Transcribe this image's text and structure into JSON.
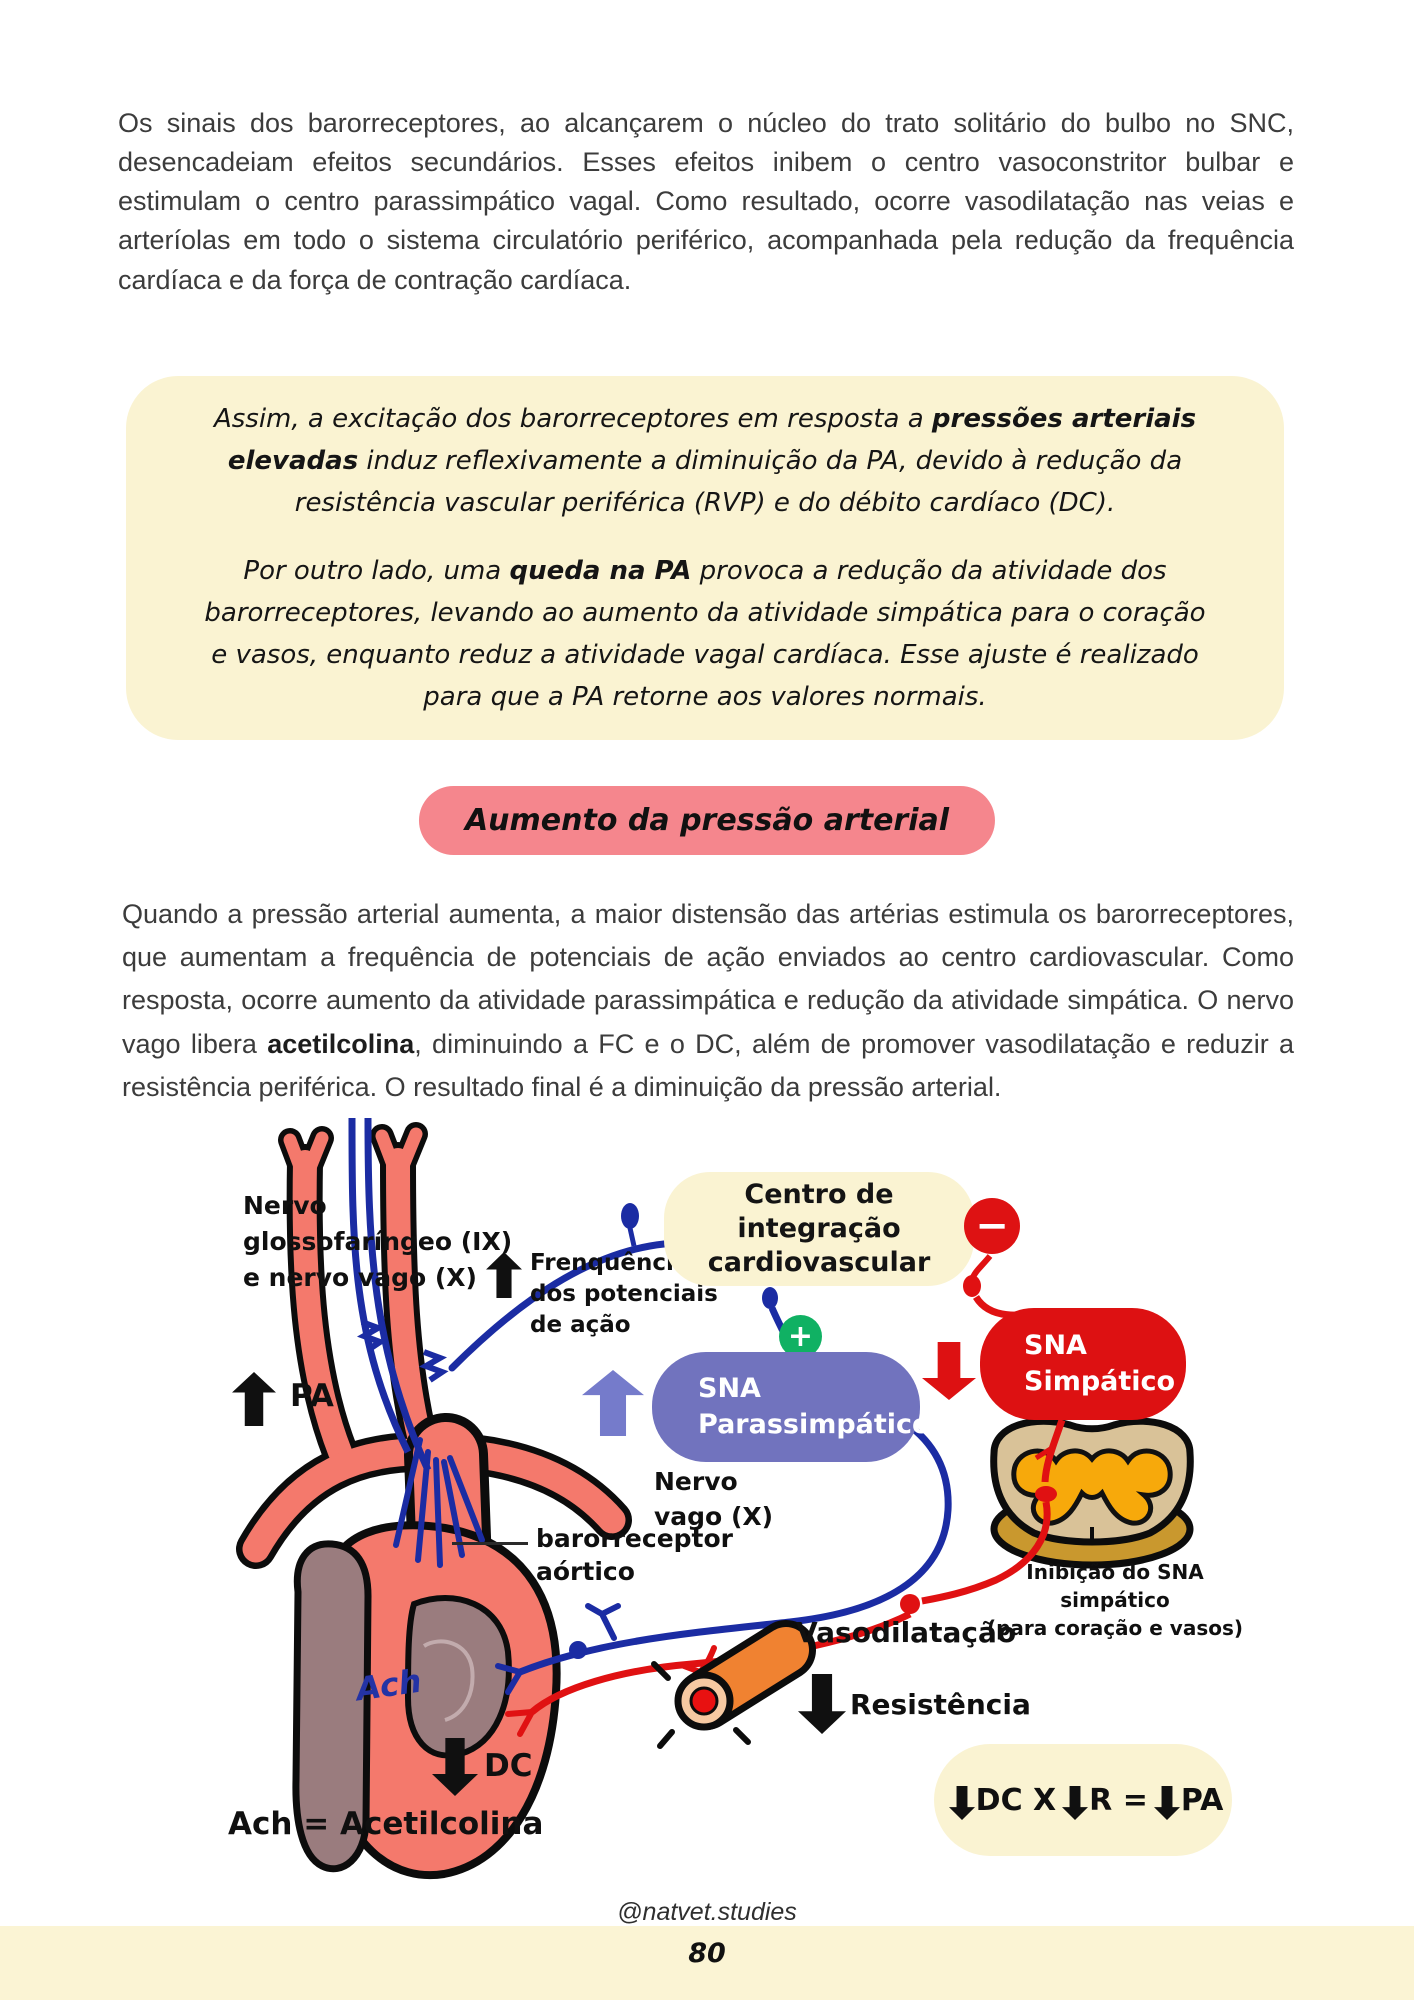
{
  "page": {
    "intro_paragraph": "Os sinais dos barorreceptores, ao alcançarem o núcleo do trato solitário do bulbo no SNC, desencadeiam efeitos secundários. Esses efeitos inibem o centro vasoconstritor bulbar e estimulam o centro parassimpático vagal. Como resultado, ocorre vasodilatação nas veias e arteríolas em todo o sistema circulatório periférico, acompanhada pela redução da frequência cardíaca e da força de contração cardíaca.",
    "callout": {
      "p1_pre": "Assim, a excitação dos barorreceptores em resposta a ",
      "p1_bold": "pressões arteriais elevadas",
      "p1_post": " induz reflexivamente a diminuição da PA, devido à redução da resistência vascular periférica (RVP) e do débito cardíaco (DC).",
      "p2_pre": "Por outro lado, uma ",
      "p2_bold": "queda na PA",
      "p2_post": " provoca a redução da atividade dos barorreceptores, levando ao aumento da atividade simpática para o coração e vasos, enquanto reduz a atividade vagal cardíaca. Esse ajuste é realizado para que a PA retorne aos valores normais."
    },
    "section_pill_label": "Aumento da pressão arterial",
    "body_paragraph": {
      "pre": "Quando a pressão arterial aumenta, a maior distensão das artérias estimula os barorreceptores, que aumentam a frequência de potenciais de ação enviados ao centro cardiovascular. Como resposta, ocorre aumento da atividade parassimpática e redução da atividade simpática. O nervo vago libera ",
      "bold": "acetilcolina",
      "post": ", diminuindo a FC e o DC, além de promover vasodilatação e reduzir a resistência periférica. O resultado final é a diminuição da pressão arterial."
    }
  },
  "diagram": {
    "nerve_label": "Nervo\nglossofaríngeo (IX)\ne nervo vago (X)",
    "freq_label": "Frenquência\ndos potenciais\nde ação",
    "pa_label": "PA",
    "centro_label": "Centro de integração\ncardiovascular",
    "minus_sign": "−",
    "plus_sign": "+",
    "parasym_label": "SNA\nParassimpático",
    "simpatico_label": "SNA\nSimpático",
    "nervo_vago_label": "Nervo\nvago (X)",
    "barorreceptor_label": "barorreceptor\naórtico",
    "inibicao_label": "Inibição do SNA simpático\n(para coração e vasos)",
    "vasodilatacao_label": "Vasodilatação",
    "resistencia_label": "Resistência",
    "ach_label": "Ach",
    "dc_label": "DC",
    "ach_legend": "Ach = Acetilcolina",
    "result_pill": {
      "dc": "DC X",
      "r": "R =",
      "pa": "PA"
    }
  },
  "footer": {
    "handle": "@natvet.studies",
    "page_number": "80"
  },
  "colors": {
    "callout_yellow": "#faf3d2",
    "section_pill_pink": "#f5868d",
    "parasympathetic_purple": "#7173be",
    "sympathetic_red": "#dd1112",
    "plus_green": "#10b163",
    "nerve_blue": "#1b2ca3",
    "aorta_salmon": "#f4796c",
    "heart_mauve": "#9a7c7e",
    "vessel_orange": "#f08231",
    "cord_tan": "#d9c298",
    "cord_gold": "#f7a90b",
    "cord_dark": "#c9982e",
    "footer_strip": "#fbf4d4"
  }
}
